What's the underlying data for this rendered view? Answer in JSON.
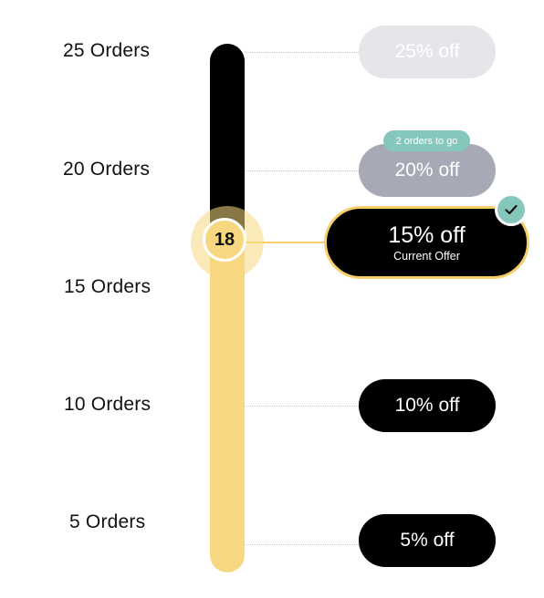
{
  "current": {
    "orders": "18",
    "offer": "15% off",
    "subtitle": "Current Offer"
  },
  "progress": {
    "orders_completed": 18,
    "max_orders": 25,
    "fill_color": "#f7d880",
    "remaining_color": "#000000"
  },
  "milestones": [
    {
      "label": "25 Orders",
      "offer": "25% off",
      "state": "locked"
    },
    {
      "label": "20 Orders",
      "offer": "20% off",
      "state": "next",
      "badge": "2 orders to go"
    },
    {
      "label": "15 Orders",
      "offer": "15% off",
      "state": "current"
    },
    {
      "label": "10 Orders",
      "offer": "10% off",
      "state": "unlocked"
    },
    {
      "label": "5 Orders",
      "offer": "5% off",
      "state": "unlocked"
    }
  ],
  "colors": {
    "accent_yellow": "#f7d880",
    "accent_teal": "#86c7bd",
    "locked_pill": "#e6e6ea",
    "next_pill": "#a7a9b6",
    "unlocked_pill": "#000000"
  },
  "icons": {
    "current_badge": "check-icon"
  }
}
